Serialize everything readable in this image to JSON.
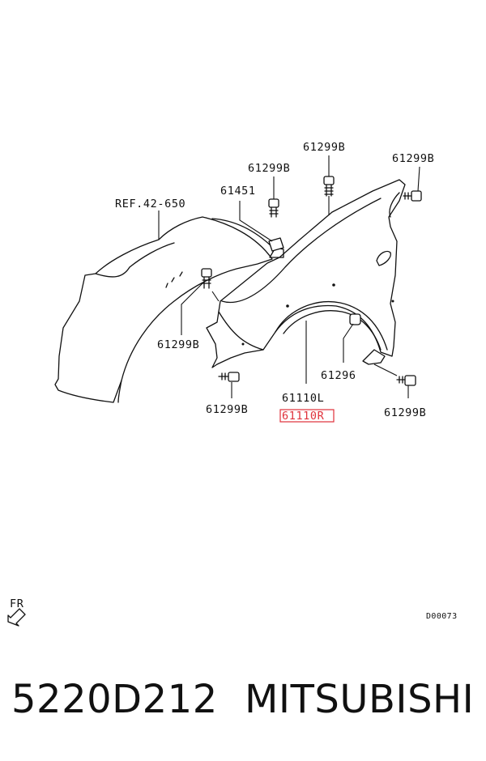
{
  "callouts": {
    "ref": "REF.42-650",
    "bolt_top": "61299B",
    "bolt_top_right": "61299B",
    "bolt_upper": "61299B",
    "clip": "61451",
    "bolt_left": "61299B",
    "nut": "61296",
    "bolt_bottom_left": "61299B",
    "fender_left": "61110L",
    "fender_right": "61110R",
    "bolt_bottom_right": "61299B"
  },
  "direction_label": "FR",
  "diagram_code": "D00073",
  "footer": {
    "part_code": "5220D212",
    "brand": "MITSUBISHI"
  },
  "highlight_color": "#e0303a"
}
